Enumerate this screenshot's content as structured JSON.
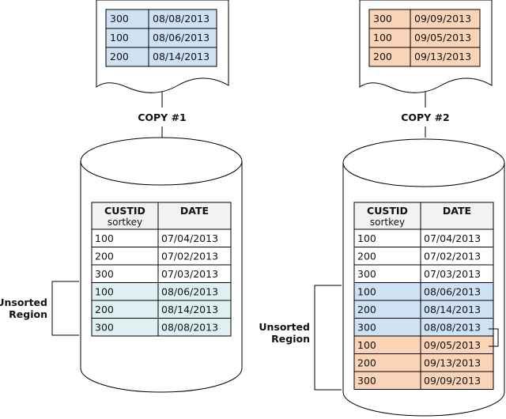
{
  "colors": {
    "blue_fill": "#cfe2f3",
    "light_blue_fill": "#dff0f3",
    "orange_fill": "#fbd4b8",
    "header_fill": "#f2f2f2",
    "line": "#000000"
  },
  "copy1": {
    "label": "COPY #1",
    "doc_rows": [
      [
        "300",
        "08/08/2013"
      ],
      [
        "100",
        "08/06/2013"
      ],
      [
        "200",
        "08/14/2013"
      ]
    ]
  },
  "copy2": {
    "label": "COPY #2",
    "doc_rows": [
      [
        "300",
        "09/09/2013"
      ],
      [
        "100",
        "09/05/2013"
      ],
      [
        "200",
        "09/13/2013"
      ]
    ]
  },
  "table": {
    "col1_header": "CUSTID",
    "col1_sub": "sortkey",
    "col2_header": "DATE"
  },
  "left_table_rows": [
    [
      "100",
      "07/04/2013"
    ],
    [
      "200",
      "07/02/2013"
    ],
    [
      "300",
      "07/03/2013"
    ],
    [
      "100",
      "08/06/2013"
    ],
    [
      "200",
      "08/14/2013"
    ],
    [
      "300",
      "08/08/2013"
    ]
  ],
  "right_table_rows": [
    [
      "100",
      "07/04/2013"
    ],
    [
      "200",
      "07/02/2013"
    ],
    [
      "300",
      "07/03/2013"
    ],
    [
      "100",
      "08/06/2013"
    ],
    [
      "200",
      "08/14/2013"
    ],
    [
      "300",
      "08/08/2013"
    ],
    [
      "100",
      "09/05/2013"
    ],
    [
      "200",
      "09/13/2013"
    ],
    [
      "300",
      "09/09/2013"
    ]
  ],
  "unsorted_region": {
    "line1": "Unsorted",
    "line2": "Region"
  }
}
